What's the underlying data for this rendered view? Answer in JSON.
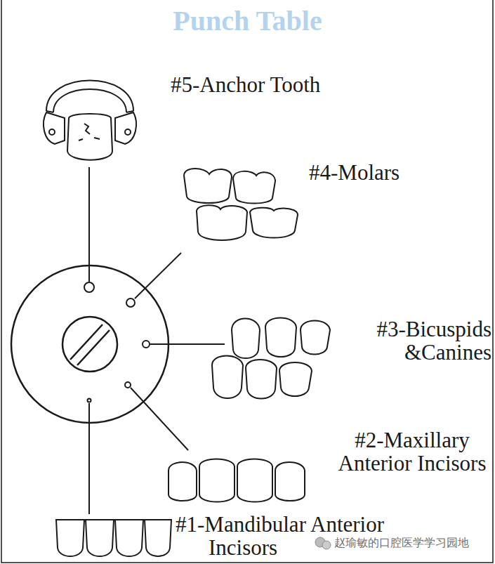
{
  "diagram": {
    "title": "Punch Table",
    "labels": [
      "#5-Anchor Tooth",
      "#4-Molars",
      "#3-Bicuspids &Canines",
      "#2-Maxillary Anterior Incisors",
      "#1-Mandibular Anterior Incisors",
      "赵瑜敏的口腔医学学习园地"
    ]
  }
}
